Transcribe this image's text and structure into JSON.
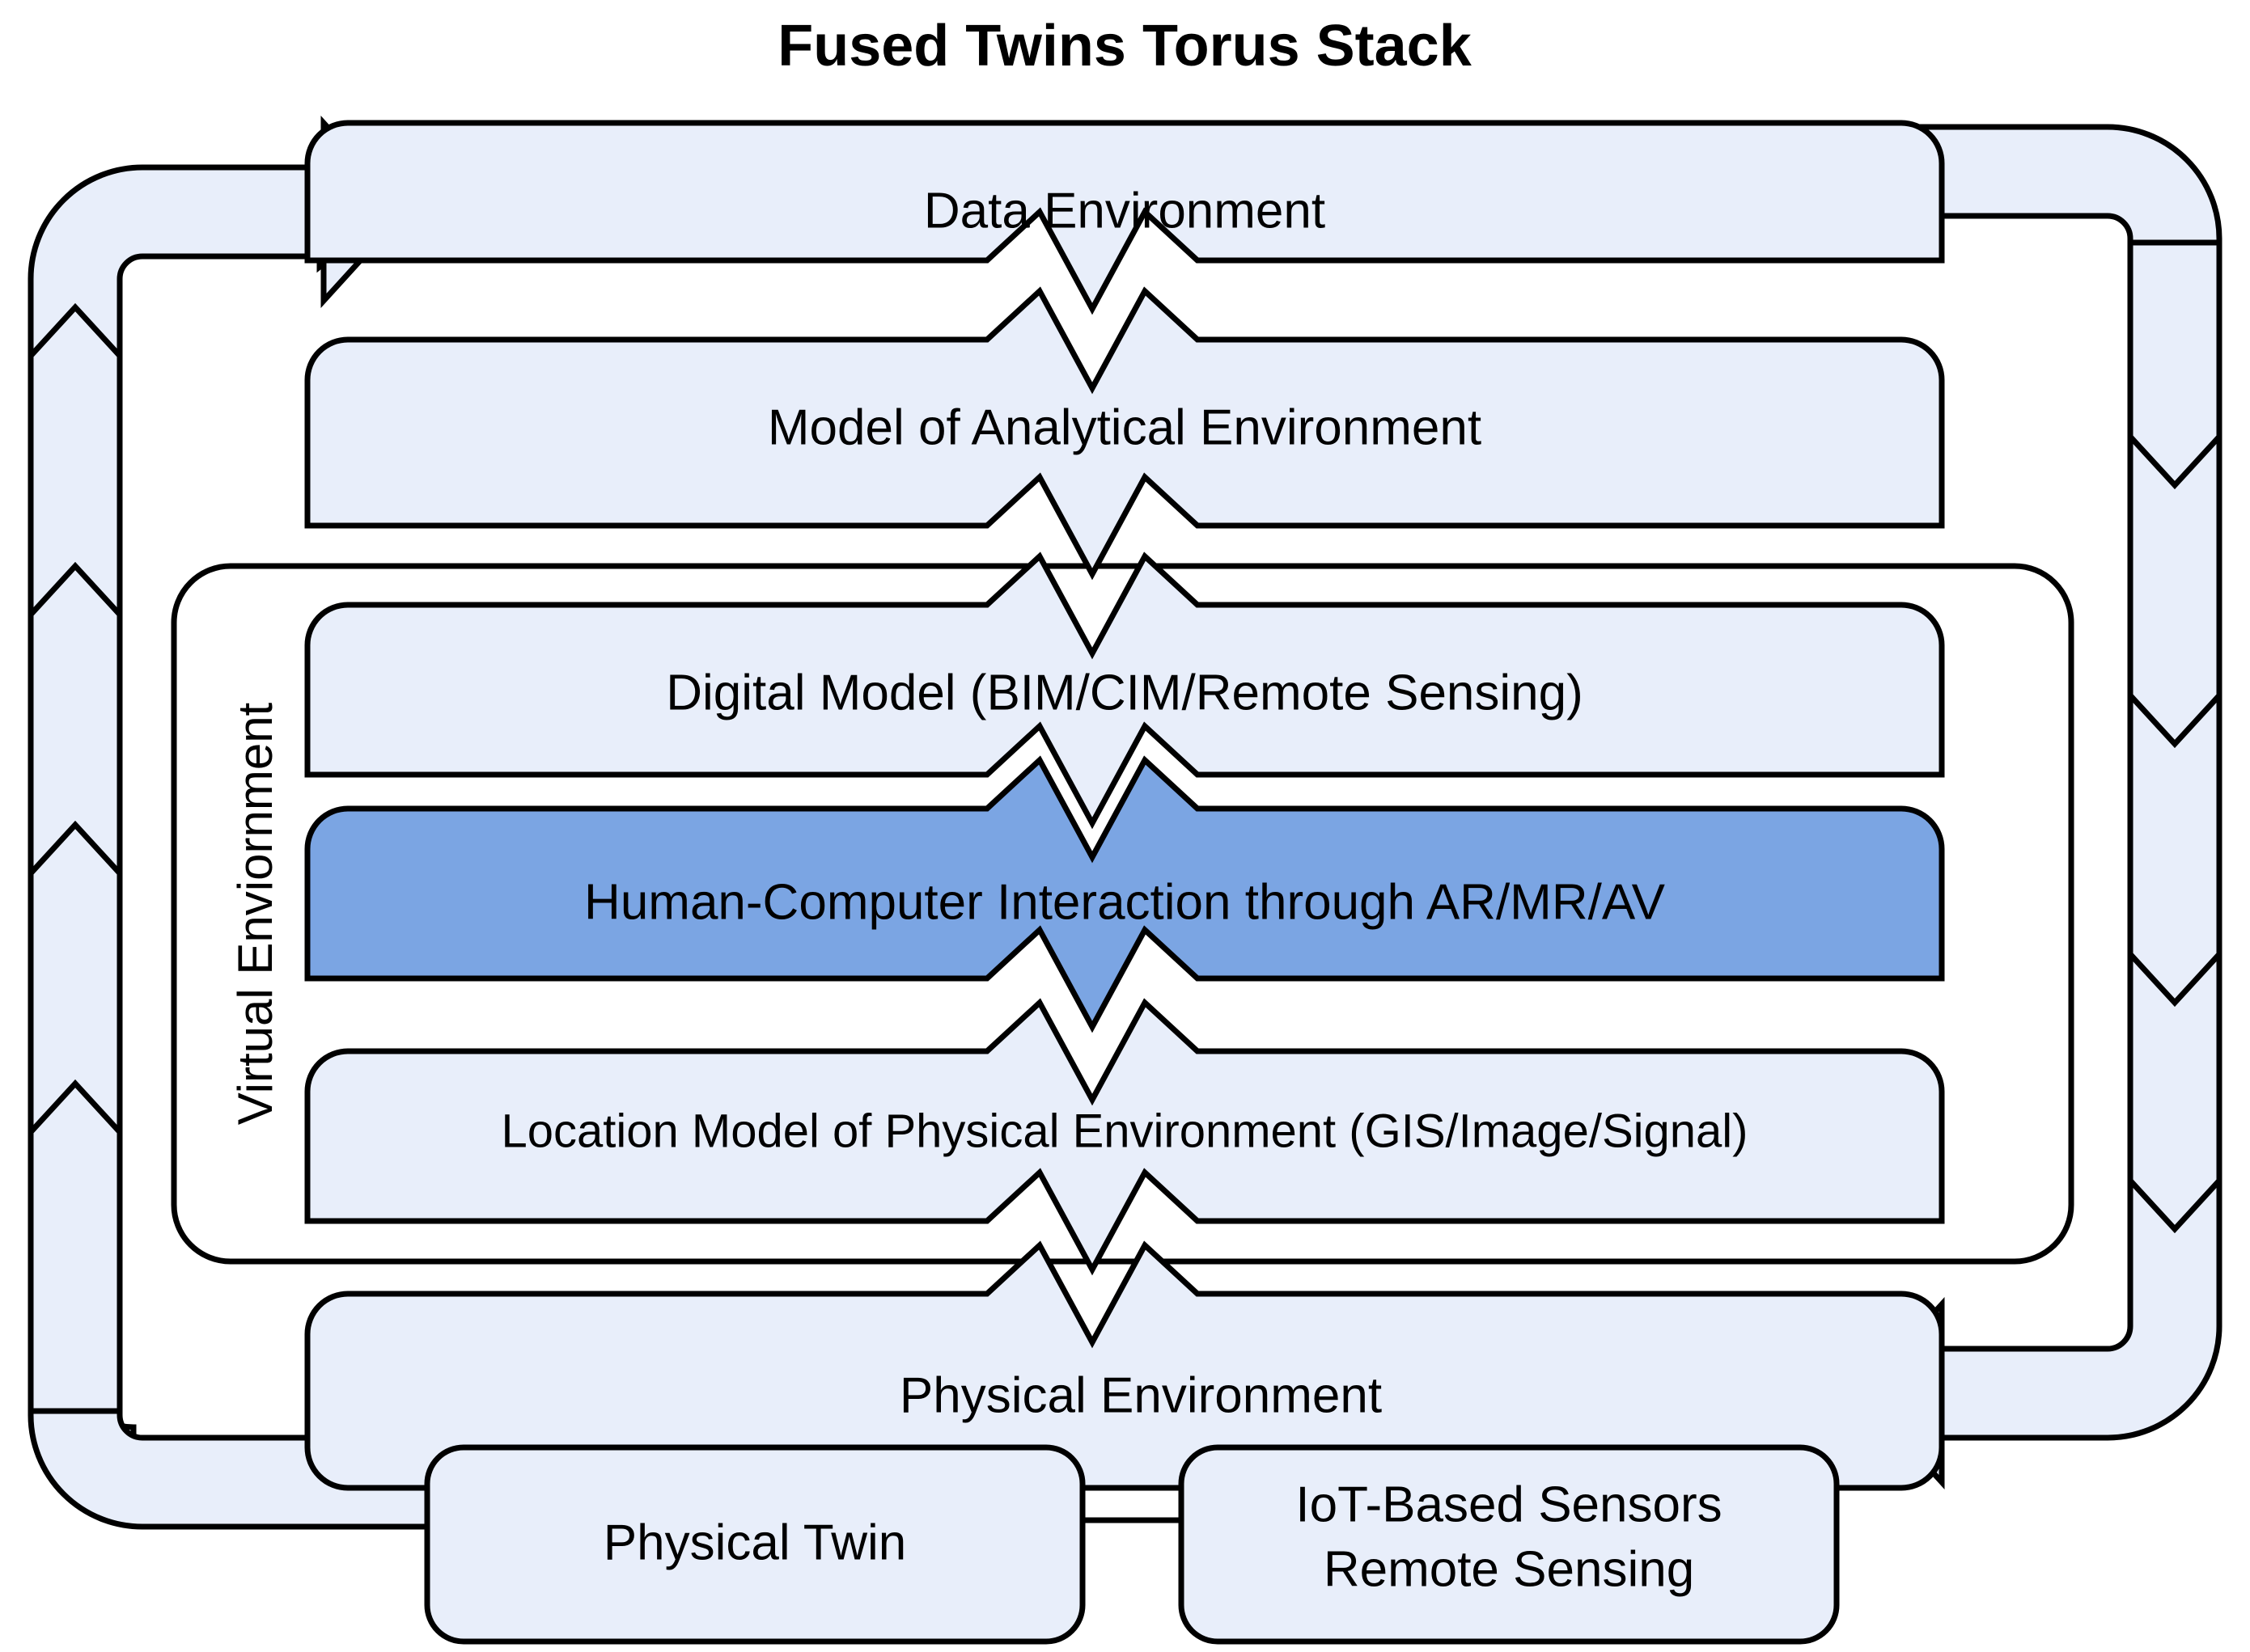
{
  "title": "Fused Twins Torus Stack",
  "colors": {
    "box_fill": "#E8EEFA",
    "box_fill_highlight": "#7BA5E3",
    "band_fill": "#E8EEFA",
    "stroke": "#000000",
    "background": "#FFFFFF",
    "text": "#000000"
  },
  "group_labels": {
    "virtual_environment": "Virtual Enviornment"
  },
  "layers": [
    {
      "id": "data-environment",
      "label": "Data Environment",
      "highlight": false
    },
    {
      "id": "model-of-analytical-environment",
      "label": "Model of Analytical Environment",
      "highlight": false
    },
    {
      "id": "digital-model",
      "label": "Digital Model (BIM/CIM/Remote Sensing)",
      "highlight": false
    },
    {
      "id": "human-computer-interaction",
      "label": "Human-Computer Interaction through AR/MR/AV",
      "highlight": true
    },
    {
      "id": "location-model",
      "label": "Location Model of Physical Environment (GIS/Image/Signal)",
      "highlight": false
    },
    {
      "id": "physical-environment",
      "label": "Physical Environment",
      "highlight": false
    }
  ],
  "sub_nodes": [
    {
      "id": "physical-twin",
      "label": "Physical Twin"
    },
    {
      "id": "iot-based-sensors",
      "line1": "IoT-Based Sensors",
      "line2": "Remote Sensing"
    }
  ],
  "flow_bands": {
    "left": {
      "id": "left-feedback-band",
      "direction": "up-then-right",
      "arrow": "right"
    },
    "right": {
      "id": "right-feedback-band",
      "direction": "down-then-left",
      "arrow": "left"
    }
  },
  "chart_data": {
    "type": "diagram",
    "diagram_kind": "interlocking-layer-stack-with-feedback-loops",
    "title": "Fused Twins Torus Stack",
    "stack_order_top_to_bottom": [
      "Data Environment",
      "Model of Analytical Environment",
      "Digital Model (BIM/CIM/Remote Sensing)",
      "Human-Computer Interaction through AR/MR/AV",
      "Location Model of Physical Environment (GIS/Image/Signal)",
      "Physical Environment"
    ],
    "highlighted_layer": "Human-Computer Interaction through AR/MR/AV",
    "grouping": {
      "Virtual Enviornment": [
        "Digital Model (BIM/CIM/Remote Sensing)",
        "Human-Computer Interaction through AR/MR/AV",
        "Location Model of Physical Environment (GIS/Image/Signal)"
      ]
    },
    "children_of_physical_environment": [
      "Physical Twin",
      "IoT-Based Sensors Remote Sensing"
    ],
    "loops": [
      {
        "name": "left-feedback-band",
        "from": "Physical Environment",
        "to": "Data Environment",
        "path": "bottom-left → up left edge → right arrow into top layer"
      },
      {
        "name": "right-feedback-band",
        "from": "Data Environment",
        "to": "Physical Environment",
        "path": "top-right → down right edge → left arrow into bottom layer"
      }
    ]
  }
}
